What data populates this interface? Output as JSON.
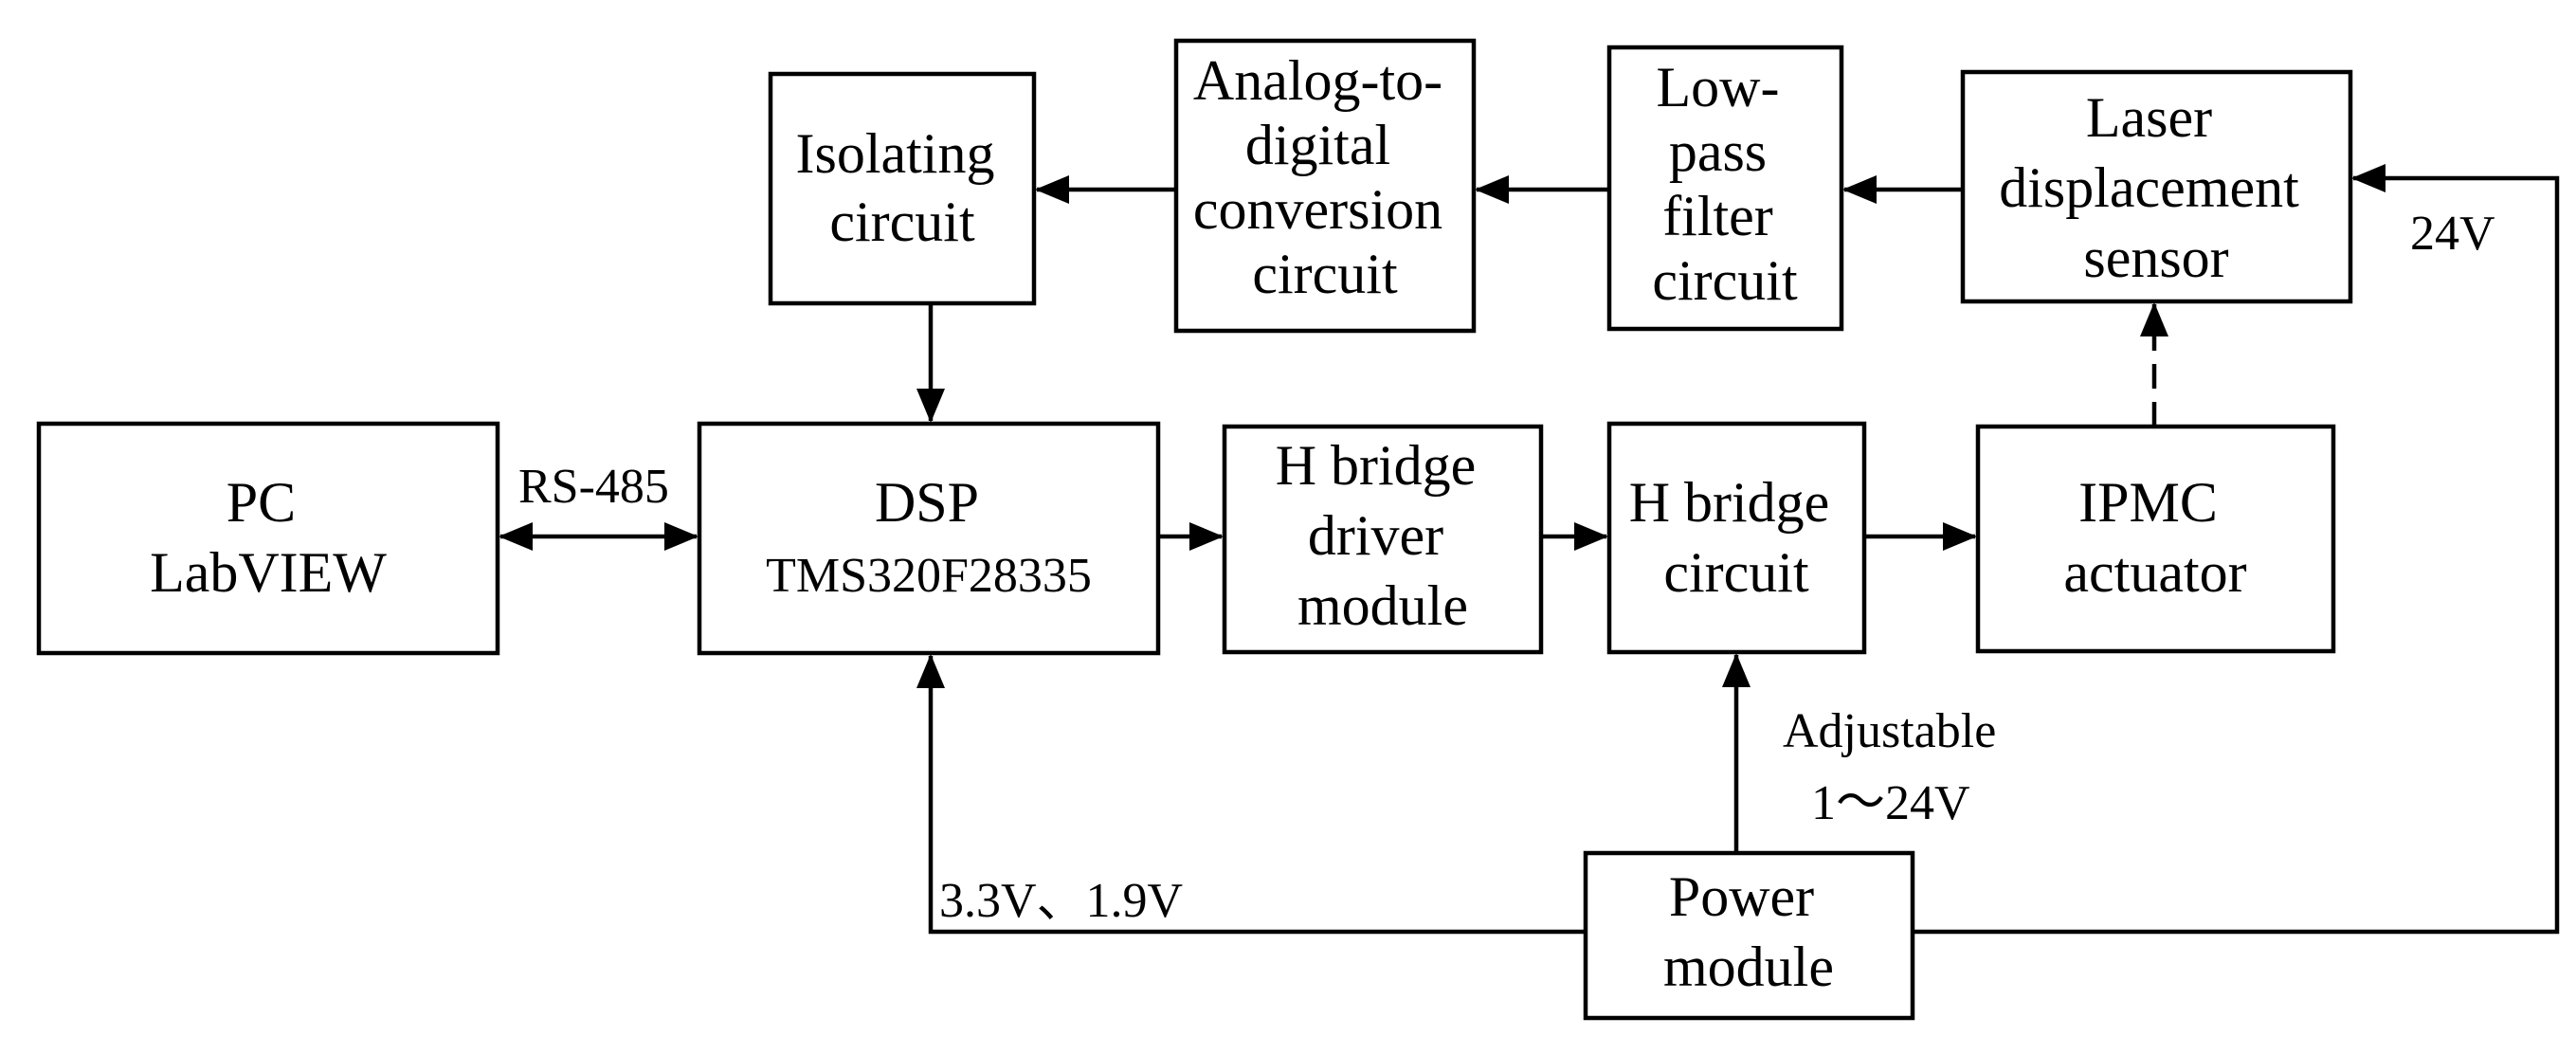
{
  "blocks": {
    "isolating": {
      "lines": [
        "Isolating",
        "circuit"
      ]
    },
    "adc": {
      "lines": [
        "Analog-to-",
        "digital",
        "conversion",
        "circuit"
      ]
    },
    "lpf": {
      "lines": [
        "Low-",
        "pass",
        "filter",
        "circuit"
      ]
    },
    "laser": {
      "lines": [
        "Laser",
        "displacement",
        "sensor"
      ]
    },
    "pc": {
      "lines": [
        "PC",
        "LabVIEW"
      ]
    },
    "dsp": {
      "lines": [
        "DSP",
        "TMS320F28335"
      ]
    },
    "hdriver": {
      "lines": [
        "H bridge",
        "driver",
        "module"
      ]
    },
    "hbridge": {
      "lines": [
        "H bridge",
        "circuit"
      ]
    },
    "ipmc": {
      "lines": [
        "IPMC",
        "actuator"
      ]
    },
    "power": {
      "lines": [
        "Power",
        "module"
      ]
    }
  },
  "labels": {
    "rs485": "RS-485",
    "v24": "24V",
    "adjustable": "Adjustable",
    "range": "1～24V",
    "dsp_supply": "3.3V、1.9V"
  }
}
